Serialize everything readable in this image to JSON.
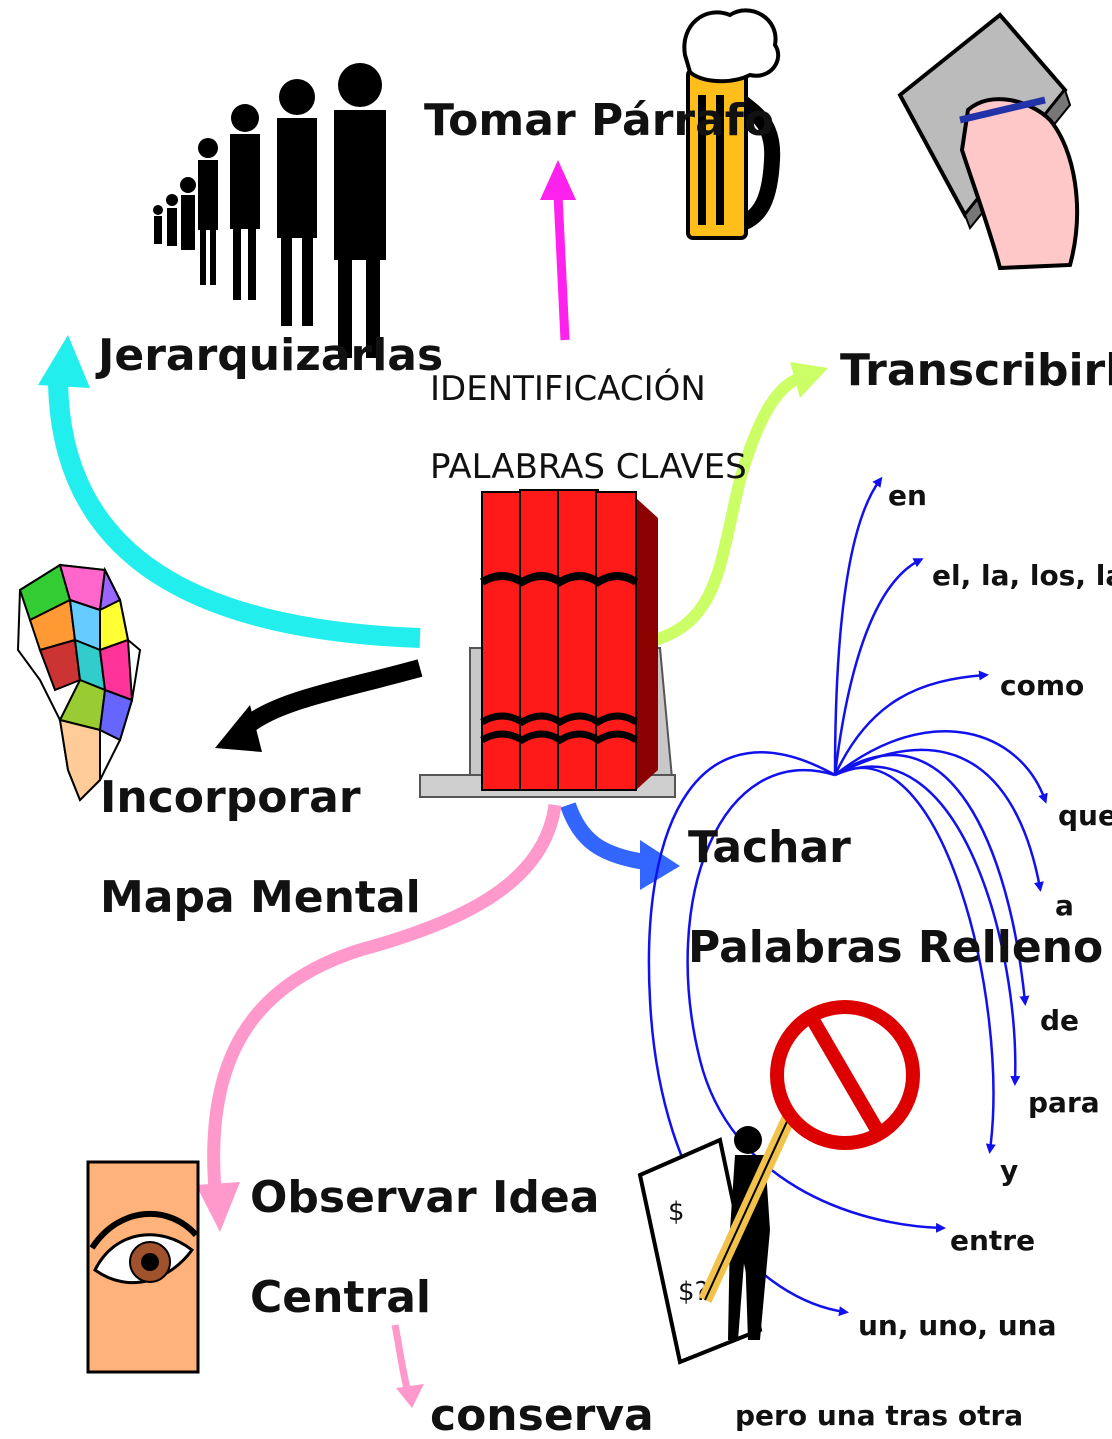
{
  "center": {
    "line1": "IDENTIFICACIÓN",
    "line2": "PALABRAS CLAVES",
    "books_color": "#ff1a1a"
  },
  "branches": {
    "tomar": "Tomar Párrafo",
    "jerarquizar": "Jerarquizarlas",
    "transcribir": "Transcribirlo",
    "incorporar_1": "Incorporar",
    "incorporar_2": "Mapa Mental",
    "tachar_1": "Tachar",
    "tachar_2": "Palabras Relleno",
    "observar_1": "Observar Idea",
    "observar_2": "Central",
    "conserva": "conserva"
  },
  "filler_words": [
    "en",
    "el, la, los, las",
    "como",
    "que",
    "a",
    "de",
    "para",
    "y",
    "entre",
    "un, uno, una",
    "pero una tras otra"
  ],
  "colors": {
    "tomar_arrow": "#ff22ee",
    "jerarquizar_arrow": "#22eeee",
    "transcribir_arrow": "#ccff66",
    "incorporar_arrow": "#000000",
    "tachar_arrow": "#3366ff",
    "observar_arrow": "#ff99cc",
    "filler_lines": "#1111ee",
    "no_sign": "#dd0000"
  },
  "icons": [
    "people-silhouettes-icon",
    "beer-mug-icon",
    "hand-writing-icon",
    "africa-map-icon",
    "eye-icon",
    "person-with-pencil-icon",
    "no-sign-icon",
    "books-on-stand-icon"
  ]
}
